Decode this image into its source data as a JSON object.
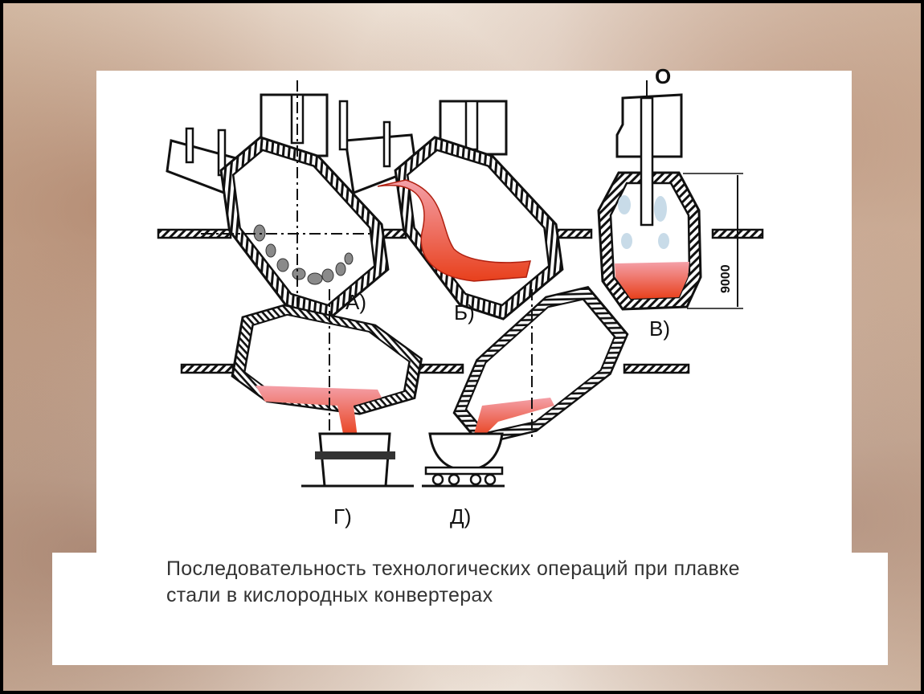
{
  "diagram": {
    "labels": {
      "a": "А)",
      "b": "Б)",
      "v": "В)",
      "g": "Г)",
      "d": "Д)",
      "oxygen": "О",
      "height": "9000"
    },
    "colors": {
      "metal_top": "#f4a0a8",
      "metal_bottom": "#e8401c",
      "slag_blue": "#c8dbe8",
      "scrap": "#8a8a8a"
    }
  },
  "caption": {
    "line1": "Последовательность технологических операций при плавке",
    "line2": "стали в кислородных конвертерах"
  }
}
